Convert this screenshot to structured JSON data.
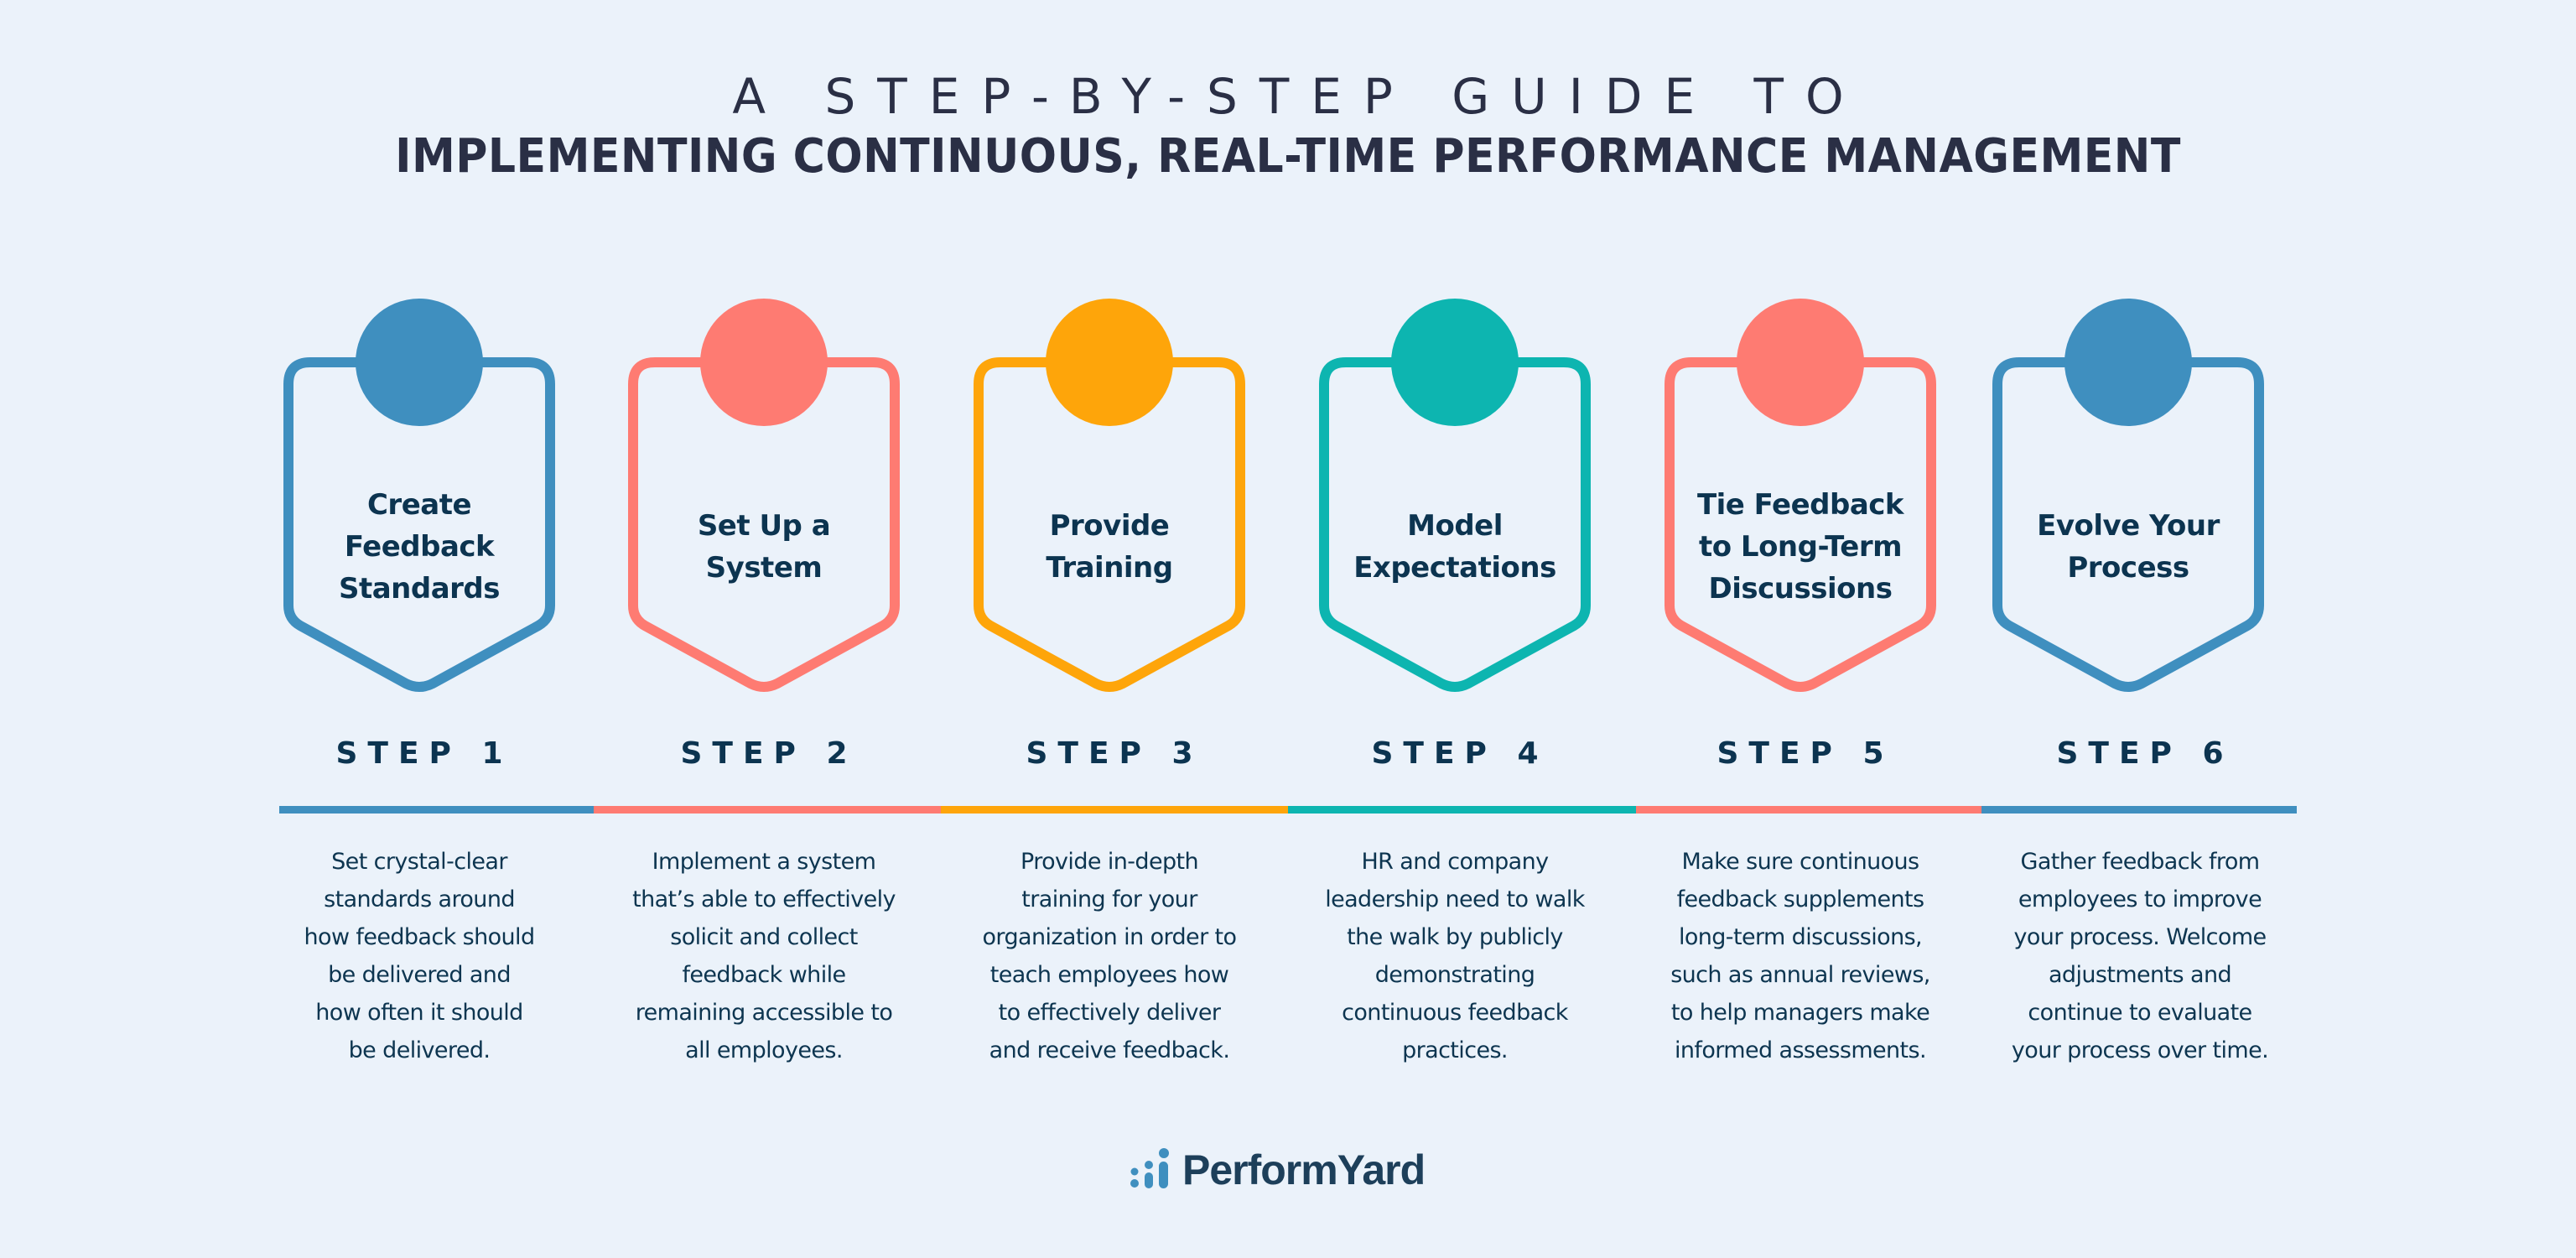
{
  "header": {
    "line1": "A STEP-BY-STEP GUIDE TO",
    "line2": "IMPLEMENTING CONTINUOUS, REAL-TIME PERFORMANCE MANAGEMENT"
  },
  "colors": {
    "background": "#ebf2fa",
    "blue": "#3f8fbf",
    "coral": "#fe7b72",
    "orange": "#fea50a",
    "teal": "#0db5b0",
    "text": "#0c3450",
    "heading": "#2a2f45"
  },
  "steps": [
    {
      "label": "STEP 1",
      "title": "Create\nFeedback\nStandards",
      "color": "#3f8fbf",
      "description": "Set crystal-clear\nstandards around\nhow feedback should\nbe delivered and\nhow often it should\nbe delivered."
    },
    {
      "label": "STEP 2",
      "title": "Set Up a\nSystem",
      "color": "#fe7b72",
      "description": "Implement a system\nthat’s able to effectively\nsolicit and collect\nfeedback while\nremaining accessible to\nall employees."
    },
    {
      "label": "STEP 3",
      "title": "Provide\nTraining",
      "color": "#fea50a",
      "description": "Provide in-depth\ntraining for your\norganization in order to\nteach employees how\nto effectively deliver\nand receive feedback."
    },
    {
      "label": "STEP 4",
      "title": "Model\nExpectations",
      "color": "#0db5b0",
      "description": "HR and company\nleadership need to walk\nthe walk by publicly\ndemonstrating\ncontinuous feedback\npractices."
    },
    {
      "label": "STEP 5",
      "title": "Tie Feedback\nto Long-Term\nDiscussions",
      "color": "#fe7b72",
      "description": "Make sure continuous\nfeedback supplements\nlong-term discussions,\nsuch as annual reviews,\nto help managers make\ninformed assessments."
    },
    {
      "label": "STEP 6",
      "title": "Evolve Your\nProcess",
      "color": "#3f8fbf",
      "description": "Gather feedback from\nemployees to improve\nyour process. Welcome\nadjustments and\ncontinue to evaluate\nyour process over time."
    }
  ],
  "footer": {
    "logo_text": "PerformYard",
    "logo_icon": "people-bars-icon"
  }
}
